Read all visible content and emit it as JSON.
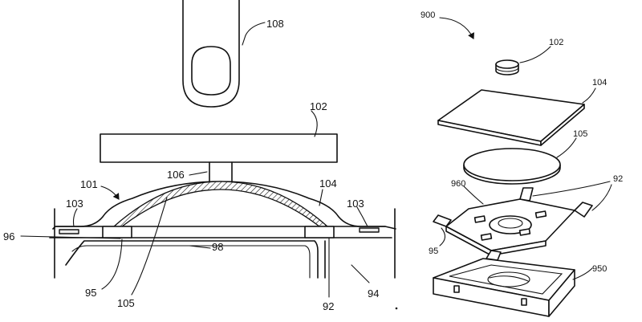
{
  "left_figure": {
    "labels": {
      "finger": "108",
      "button_cap": "102",
      "assembly": "101",
      "plunger": "106",
      "membrane": "104",
      "adhesive_left": "103",
      "adhesive_right": "103",
      "surface": "96",
      "circuit": "98",
      "contact_left": "95",
      "dome": "105",
      "contact_right": "92",
      "housing": "94"
    }
  },
  "right_figure": {
    "labels": {
      "assembly": "900",
      "button_cap": "102",
      "membrane": "104",
      "dome": "105",
      "bracket": "960",
      "contacts": "92",
      "contact_left": "95",
      "base": "950"
    }
  }
}
